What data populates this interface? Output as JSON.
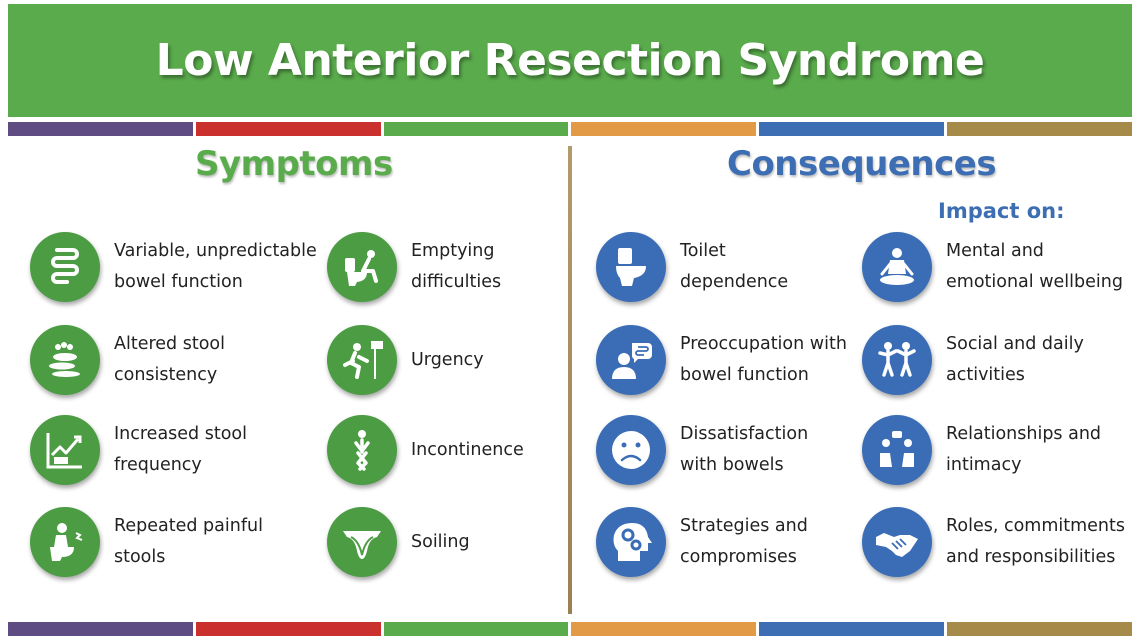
{
  "title": "Low Anterior Resection Syndrome",
  "stripe_colors": [
    "#5e4c82",
    "#c9302e",
    "#5aab4c",
    "#e39a47",
    "#3d6db2",
    "#a68a4a"
  ],
  "symptoms": {
    "heading": "Symptoms",
    "items": [
      {
        "label": "Variable, unpredictable\nbowel function",
        "icon": "intestine-icon"
      },
      {
        "label": "Emptying\ndifficulties",
        "icon": "person-on-toilet-icon"
      },
      {
        "label": "Altered stool\nconsistency",
        "icon": "stool-consistency-icon"
      },
      {
        "label": "Urgency",
        "icon": "running-to-wc-icon"
      },
      {
        "label": "Increased stool\nfrequency",
        "icon": "wc-rising-chart-icon"
      },
      {
        "label": "Incontinence",
        "icon": "crossed-legs-person-icon"
      },
      {
        "label": "Repeated painful\nstools",
        "icon": "painful-toilet-icon"
      },
      {
        "label": "Soiling",
        "icon": "diaper-icon"
      }
    ]
  },
  "consequences": {
    "heading": "Consequences",
    "impact_label": "Impact on:",
    "items": [
      {
        "label": "Toilet\ndependence",
        "icon": "toilet-icon"
      },
      {
        "label": "Mental and\nemotional wellbeing",
        "icon": "meditation-icon"
      },
      {
        "label": "Preoccupation with\nbowel function",
        "icon": "thinking-person-icon"
      },
      {
        "label": "Social and daily\nactivities",
        "icon": "dancing-people-icon"
      },
      {
        "label": "Dissatisfaction\nwith bowels",
        "icon": "sad-face-icon"
      },
      {
        "label": "Relationships and\nintimacy",
        "icon": "couple-talking-icon"
      },
      {
        "label": "Strategies and\ncompromises",
        "icon": "gears-head-icon"
      },
      {
        "label": "Roles, commitments\nand responsibilities",
        "icon": "handshake-icon"
      }
    ]
  }
}
